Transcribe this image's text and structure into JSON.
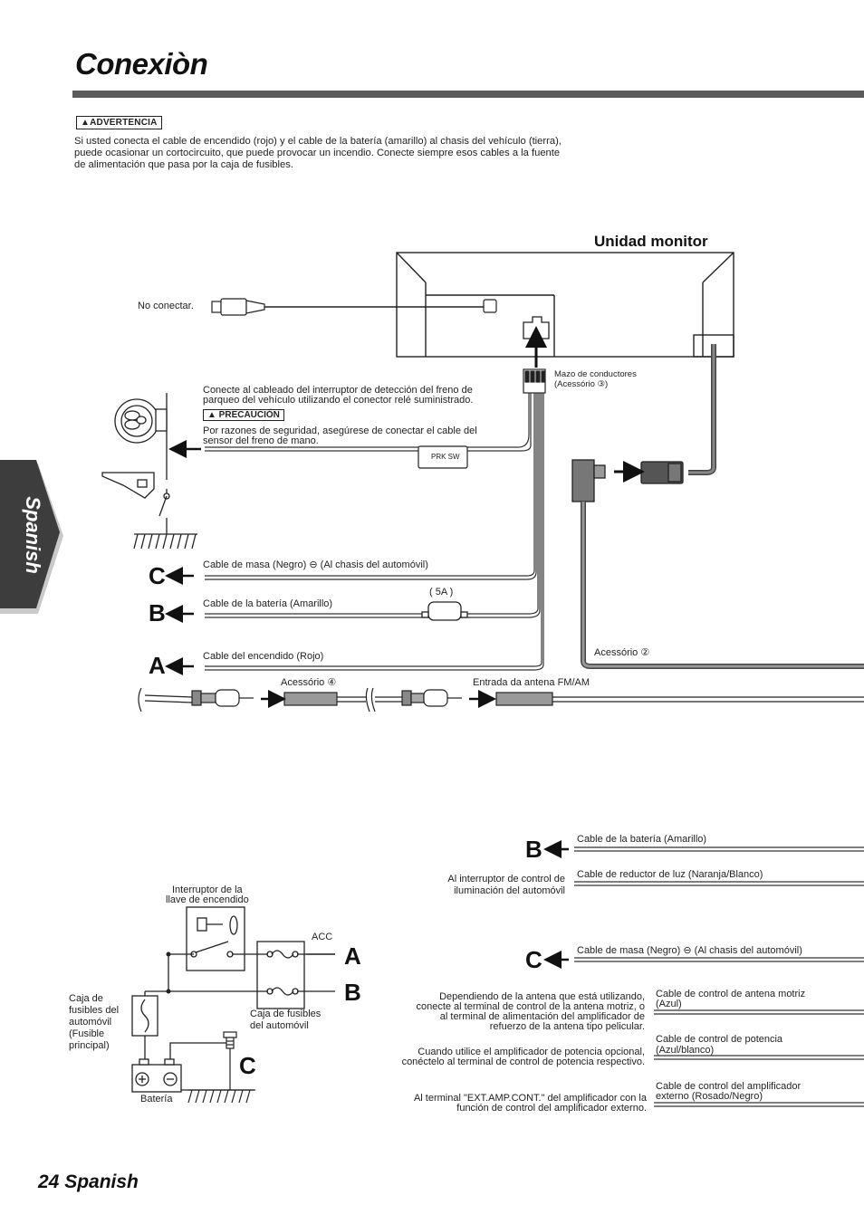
{
  "page_title": "Conexiòn",
  "warning": {
    "label": "▲ADVERTENCIA",
    "text": "Si usted conecta el cable de encendido (rojo) y el cable de la batería (amarillo) al chasis del vehículo (tierra), puede ocasionar un cortocircuito, que puede provocar un incendio. Conecte siempre esos cables a la fuente de alimentación que pasa por la caja de fusibles."
  },
  "side_tab": "Spanish",
  "footer": "24 Spanish",
  "top_diagram": {
    "monitor_label": "Unidad monitor",
    "no_connect": "No conectar.",
    "harness_label_1": "Mazo de conductores",
    "harness_label_2": "(Acessório ③)",
    "parking_text_1": "Conecte al cableado del interruptor de detección del freno de",
    "parking_text_2": "parqueo del vehículo utilizando el conector relé suministrado.",
    "caution_label": "▲ PRECAUCIÓN",
    "caution_text_1": "Por razones de seguridad, asegúrese de conectar el cable del",
    "caution_text_2": "sensor del freno de mano.",
    "prk_sw": "PRK SW",
    "ground_cable": "Cable de masa (Negro) ⊖ (Al chasis del automóvil)",
    "battery_cable": "Cable de la batería (Amarillo)",
    "fuse": "( 5A )",
    "ignition_cable": "Cable del encendido (Rojo)",
    "acc2": "Acessório ②",
    "acc4": "Acessório ④",
    "antenna_input": "Entrada da antena FM/AM",
    "letter_c": "C",
    "letter_b": "B",
    "letter_a": "A"
  },
  "bottom_diagram": {
    "ignition_switch_1": "Interruptor de la",
    "ignition_switch_2": "llave de encendido",
    "acc": "ACC",
    "vehicle_fuse_box_1": "Caja de",
    "vehicle_fuse_box_2": "fusibles del",
    "vehicle_fuse_box_3": "automóvil",
    "vehicle_fuse_box_4": "(Fusible",
    "vehicle_fuse_box_5": "principal)",
    "fuse_box_1": "Caja de fusibles",
    "fuse_box_2": "del automóvil",
    "battery": "Batería",
    "letter_a": "A",
    "letter_b": "B",
    "letter_c": "C",
    "right_b": "B",
    "right_c": "C",
    "battery_cable": "Cable de la batería (Amarillo)",
    "dimmer_cable": "Cable de reductor de luz (Naranja/Blanco)",
    "dimmer_note_1": "Al interruptor de control de",
    "dimmer_note_2": "iluminación del automóvil",
    "ground_cable": "Cable de masa (Negro) ⊖ (Al chasis del automóvil)",
    "antenna_note_1": "Dependiendo de la antena que está utilizando,",
    "antenna_note_2": "conecte al terminal de control de la antena motriz, o",
    "antenna_note_3": "al terminal de alimentación del amplificador de",
    "antenna_note_4": "refuerzo de la antena tipo pelicular.",
    "antenna_cable_1": "Cable de control de antena motriz",
    "antenna_cable_2": "(Azul)",
    "power_note_1": "Cuando utilice el amplificador de potencia opcional,",
    "power_note_2": "conéctelo al terminal de control de potencia respectivo.",
    "power_cable_1": "Cable de control de potencia",
    "power_cable_2": "(Azul/blanco)",
    "amp_note_1": "Al terminal \"EXT.AMP.CONT.\" del amplificador con la",
    "amp_note_2": "función de control del amplificador externo.",
    "amp_cable_1": "Cable de control del amplificador",
    "amp_cable_2": "externo (Rosado/Negro)"
  }
}
